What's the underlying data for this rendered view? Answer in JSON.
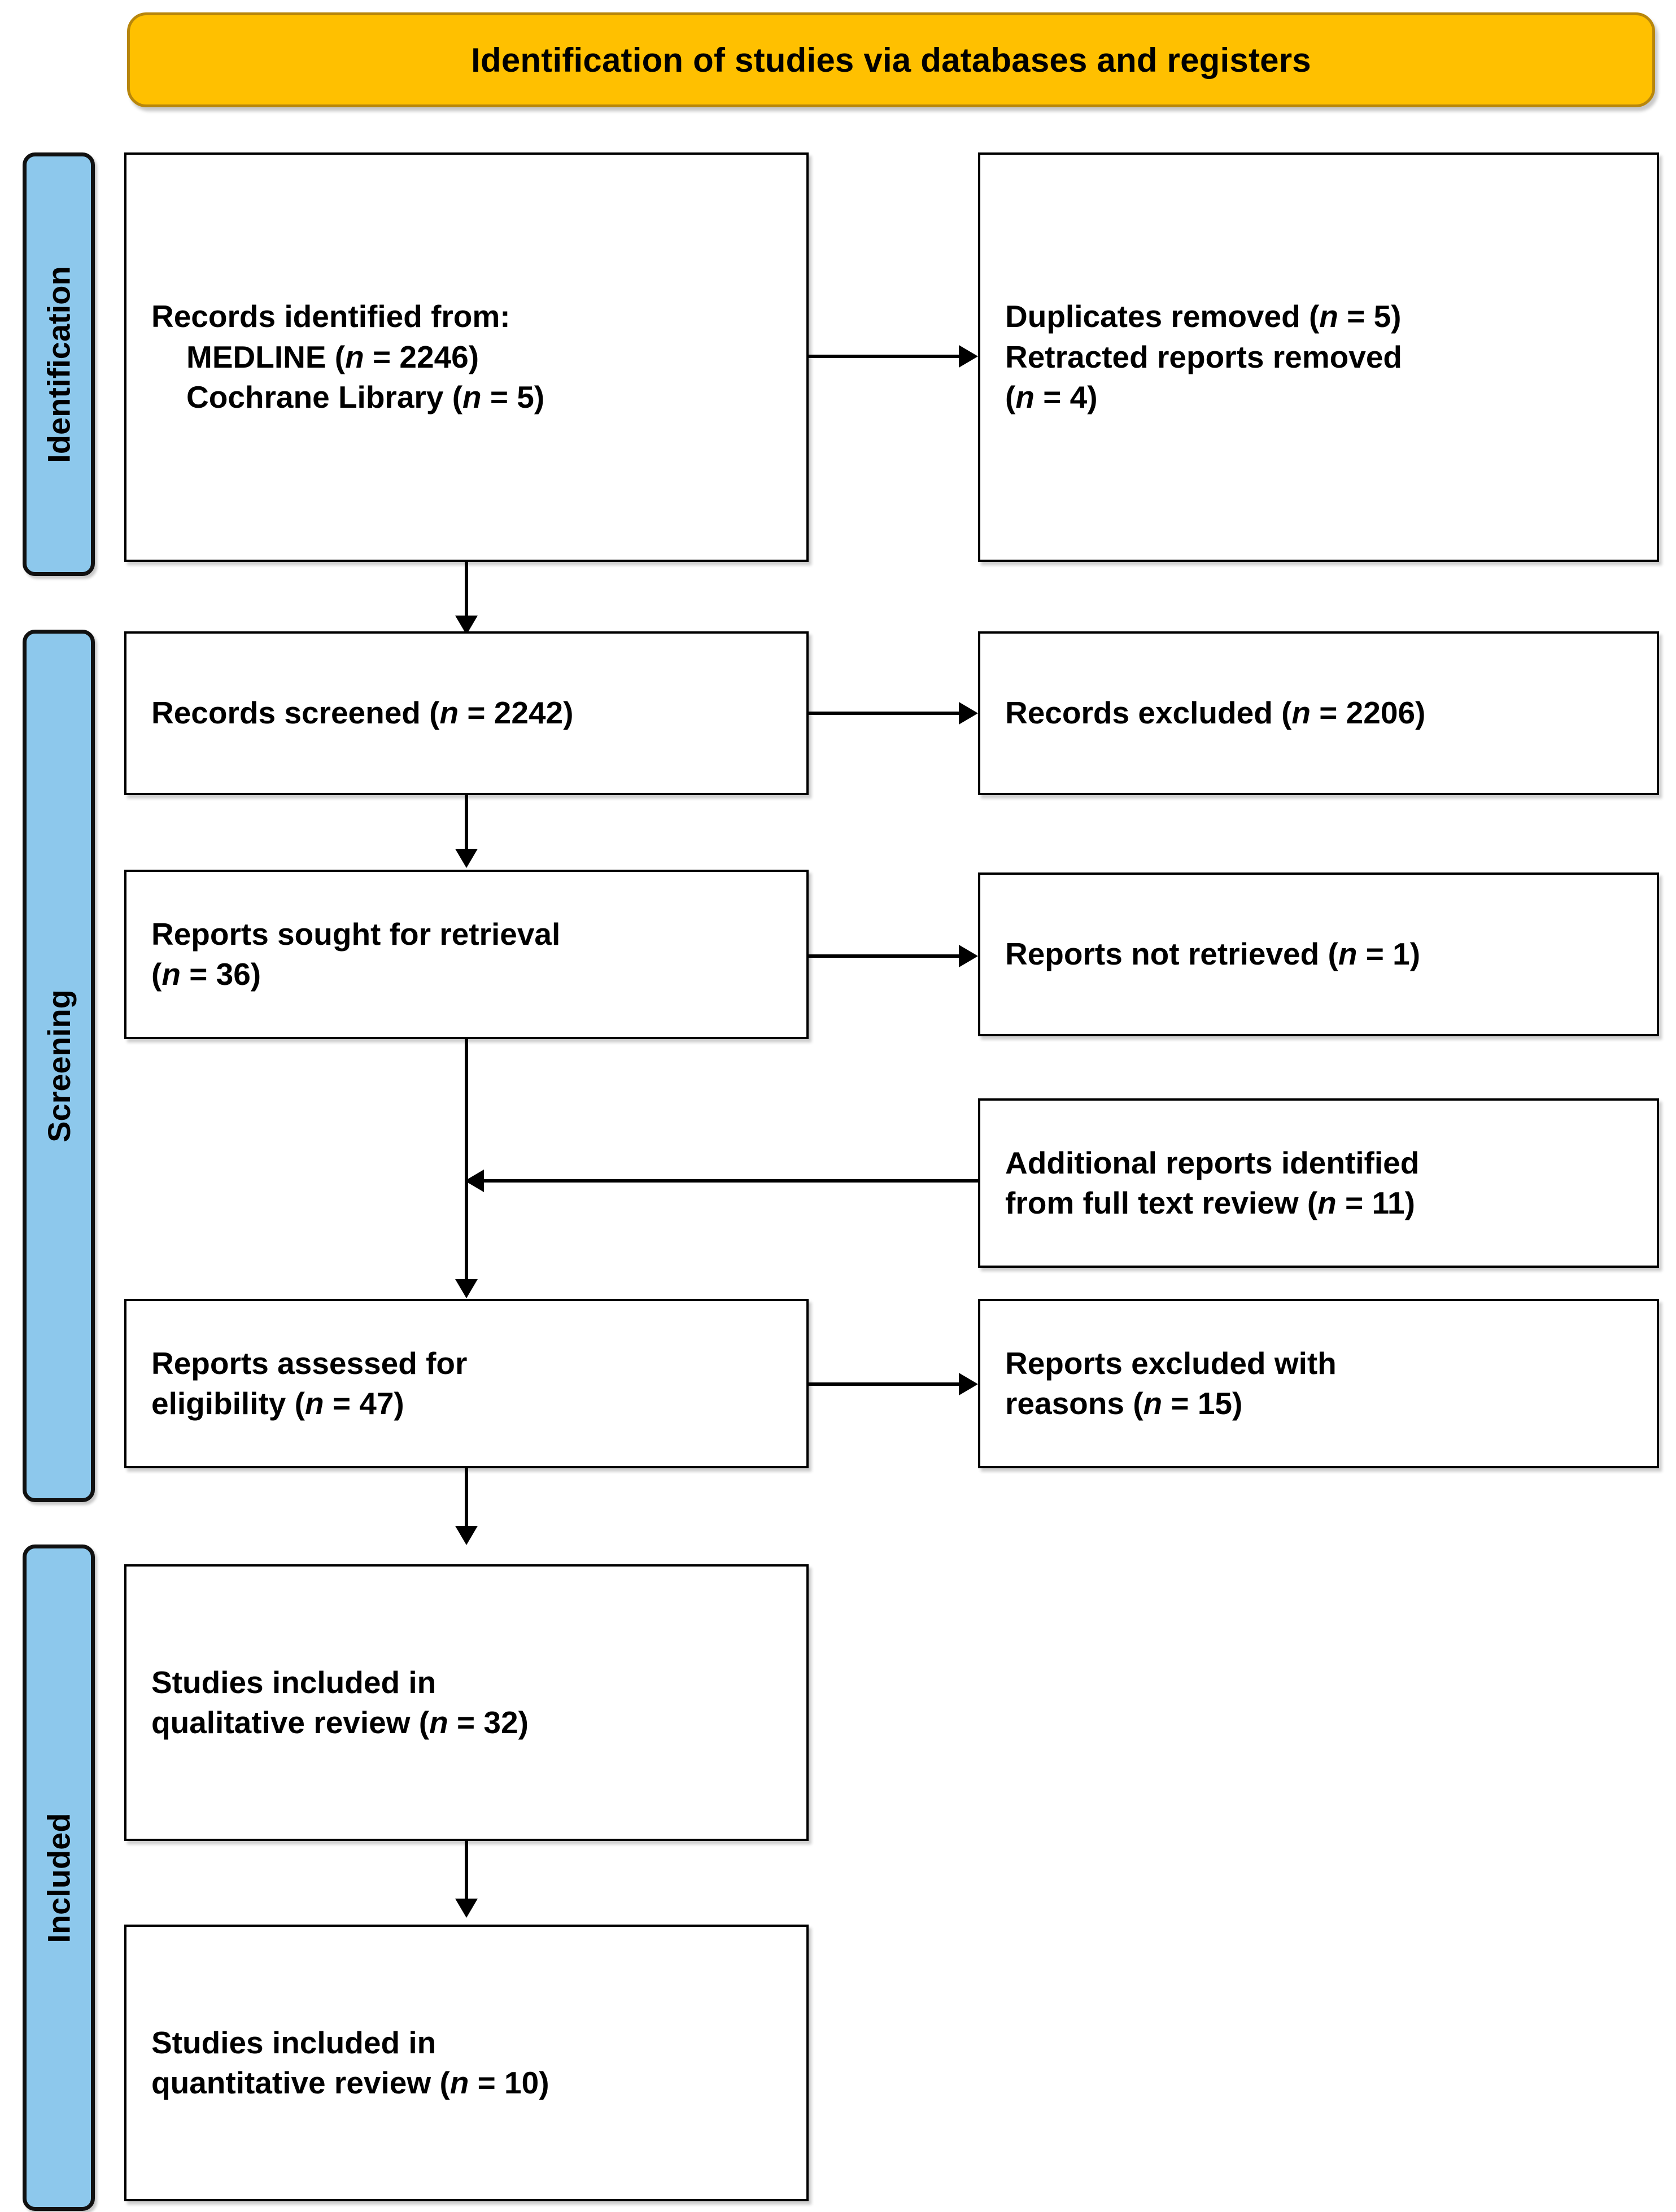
{
  "diagram": {
    "title": "Identification of studies via databases and registers",
    "type": "PRISMA flow diagram"
  },
  "stages": [
    {
      "label": "Identification"
    },
    {
      "label": "Screening"
    },
    {
      "label": "Included"
    }
  ],
  "boxes": {
    "records_identified": {
      "line1": "Records identified from:",
      "line2_label": "MEDLINE (",
      "line2_n": "n",
      "line2_value": " = 2246)",
      "line3_label": "Cochrane Library (",
      "line3_n": "n",
      "line3_value": " = 5)"
    },
    "removed": {
      "line1_label": "Duplicates removed (",
      "line1_n": "n",
      "line1_value": " = 5)",
      "line2_label": "Retracted reports removed",
      "line3_open": "(",
      "line3_n": "n",
      "line3_value": " = 4)"
    },
    "records_screened": {
      "label": "Records screened (",
      "n": "n",
      "value": " = 2242)"
    },
    "records_excluded": {
      "label": "Records excluded (",
      "n": "n",
      "value": " = 2206)"
    },
    "reports_sought": {
      "line1": "Reports sought for retrieval",
      "line2_open": "(",
      "line2_n": "n",
      "line2_value": " = 36)"
    },
    "reports_not_retrieved": {
      "label": "Reports not retrieved (",
      "n": "n",
      "value": " = 1)"
    },
    "additional_reports": {
      "line1": "Additional reports identified",
      "line2_label": "from full text review (",
      "line2_n": "n",
      "line2_value": " = 11)"
    },
    "reports_assessed": {
      "line1": "Reports assessed for",
      "line2_label": "eligibility (",
      "line2_n": "n",
      "line2_value": " = 47)"
    },
    "reports_excluded_reasons": {
      "line1": "Reports excluded with",
      "line2_label": "reasons (",
      "line2_n": "n",
      "line2_value": " = 15)"
    },
    "qualitative": {
      "line1": "Studies included in",
      "line2_label": "qualitative review (",
      "line2_n": "n",
      "line2_value": " = 32)"
    },
    "quantitative": {
      "line1": "Studies included in",
      "line2_label": "quantitative review (",
      "line2_n": "n",
      "line2_value": " = 10)"
    }
  },
  "colors": {
    "banner_fill": "#FFC000",
    "banner_border": "#B8860B",
    "stage_fill": "#8DC8EC",
    "stage_border": "#111111",
    "box_fill": "#FFFFFF",
    "box_border": "#000000",
    "connector": "#000000"
  },
  "flow_counts": {
    "medline": 2246,
    "cochrane_library": 5,
    "duplicates_removed": 5,
    "retracted_removed": 4,
    "records_screened": 2242,
    "records_excluded": 2206,
    "reports_sought": 36,
    "reports_not_retrieved": 1,
    "additional_reports": 11,
    "reports_assessed": 47,
    "reports_excluded_with_reasons": 15,
    "studies_qualitative": 32,
    "studies_quantitative": 10
  }
}
